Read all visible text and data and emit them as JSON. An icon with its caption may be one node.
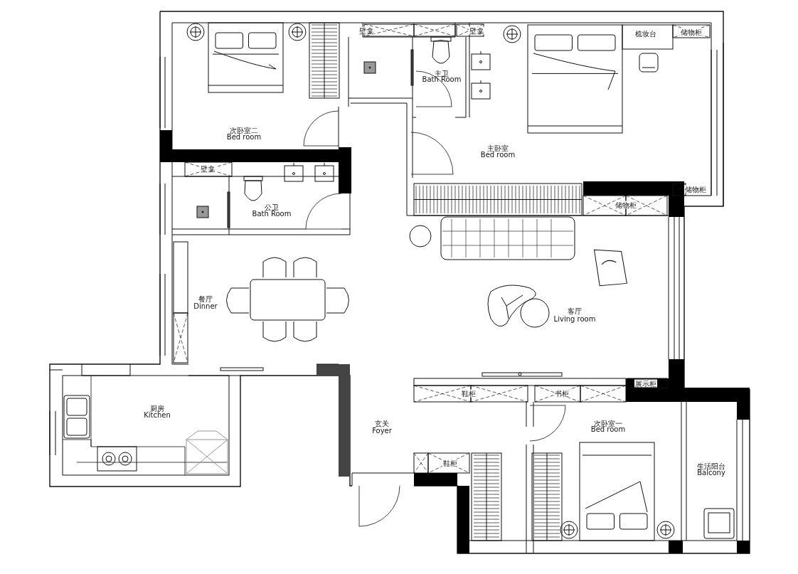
{
  "diagram": {
    "labels": [
      "壁龛",
      "壁龛",
      "梳妆台",
      "储物柜",
      "主卫",
      "Bath Room",
      "次卧室二",
      "Bed room",
      "主卧室",
      "Bed room",
      "壁龛",
      "储物柜",
      "公卫",
      "Bath Room",
      "储物柜",
      "餐厅",
      "Dinner",
      "客厅",
      "Living room",
      "展示柜",
      "鞋柜",
      "书柜",
      "厨房",
      "Kitchen",
      "玄关",
      "Foyer",
      "次卧室一",
      "Bed room",
      "鞋柜",
      "生活阳台",
      "Balcony"
    ]
  }
}
